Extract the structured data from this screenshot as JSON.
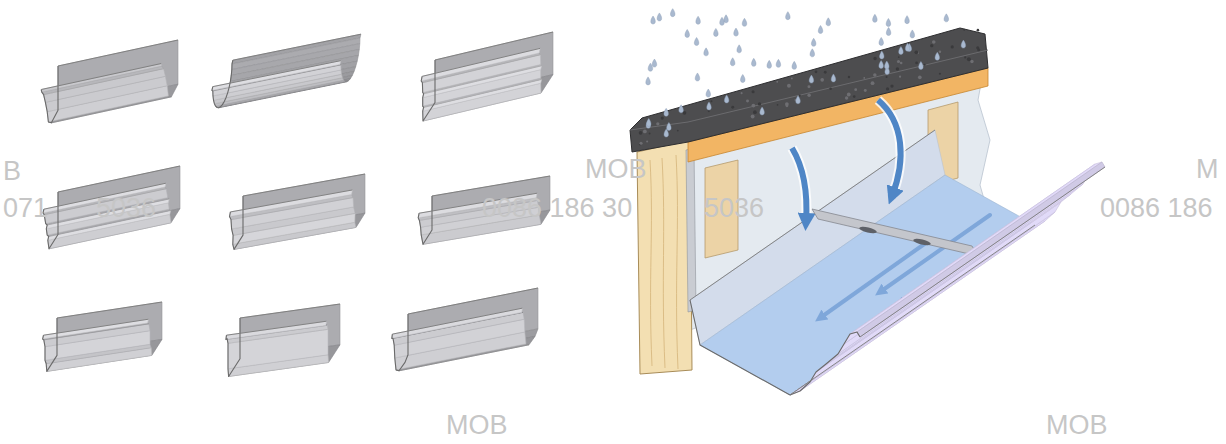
{
  "diagram": {
    "labels": [
      "B",
      "071",
      "5036",
      "MOB",
      "0086 186 30",
      "5036",
      "M",
      "0086 186",
      "MOB",
      "MOB"
    ]
  }
}
